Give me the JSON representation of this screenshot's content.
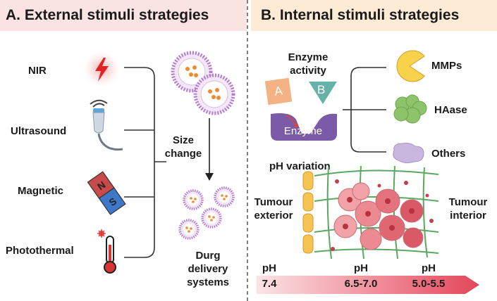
{
  "colors": {
    "header_a_bg": "#f9e3e3",
    "header_b_bg": "#fdebd6",
    "divider": "#555555",
    "ph_gradient_start": "#fbe4e6",
    "ph_gradient_end": "#e3465a",
    "mmp": "#f7d24a",
    "haase": "#8dc46a",
    "others": "#c9b7e0",
    "enzyme": "#7b5ba8",
    "substrate_a": "#f4b183",
    "substrate_b": "#66b2a8"
  },
  "panel_a": {
    "title": "A. External stimuli strategies",
    "stimuli": [
      {
        "label": "NIR",
        "icon": "lightning-icon"
      },
      {
        "label": "Ultrasound",
        "icon": "ultrasound-probe-icon"
      },
      {
        "label": "Magnetic",
        "icon": "magnet-icon"
      },
      {
        "label": "Photothermal",
        "icon": "thermometer-icon"
      }
    ],
    "size_change_label": "Size\nchange",
    "delivery_label": "Durg\ndelivery\nsystems"
  },
  "panel_b": {
    "title": "B. Internal stimuli strategies",
    "enzyme_activity_label": "Enzyme\nactivity",
    "substrate_a": "A",
    "substrate_b": "B",
    "enzyme_label": "Enzyme",
    "enzymes": [
      {
        "label": "MMPs",
        "icon": "pacman-icon"
      },
      {
        "label": "HAase",
        "icon": "blob-icon"
      },
      {
        "label": "Others",
        "icon": "protein-icon"
      }
    ],
    "ph_variation_label": "pH variation",
    "tumour_exterior_label": "Tumour\nexterior",
    "tumour_interior_label": "Tumour\ninterior",
    "ph_scale": [
      {
        "label": "pH",
        "value": "7.4"
      },
      {
        "label": "pH",
        "value": "6.5-7.0"
      },
      {
        "label": "pH",
        "value": "5.0-5.5"
      }
    ]
  }
}
